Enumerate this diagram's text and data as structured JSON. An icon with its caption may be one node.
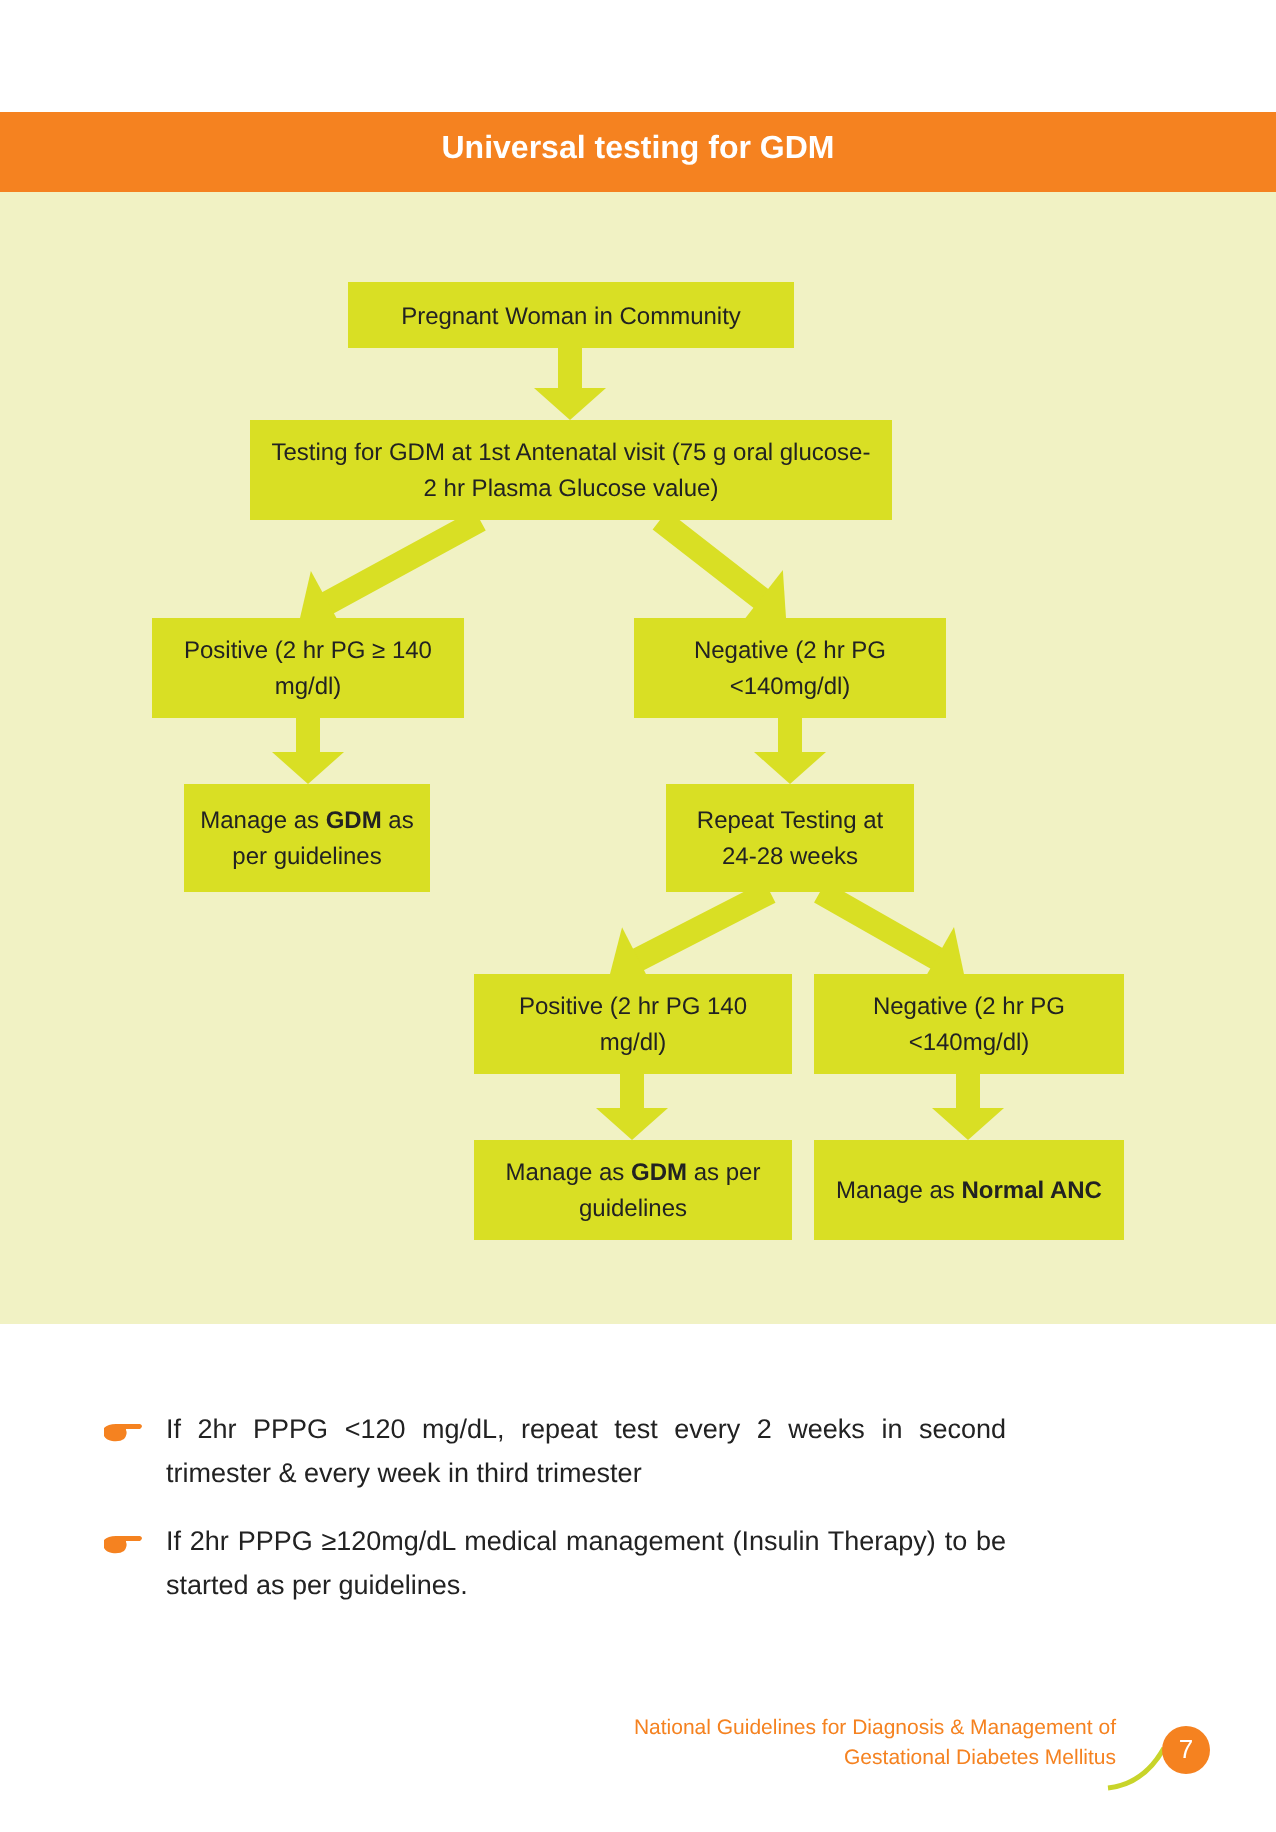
{
  "diagram": {
    "title": "Universal testing for GDM",
    "nodes": [
      {
        "text": [
          "Pregnant Woman in Community"
        ]
      },
      {
        "text": [
          "Testing for GDM at 1st Antenatal visit (75 g oral glucose- 2 hr Plasma Glucose value)"
        ]
      },
      {
        "text": [
          "Positive (2 hr PG ≥ 140 mg/dl)"
        ]
      },
      {
        "text": [
          "Negative (2 hr PG <140mg/dl)"
        ]
      },
      {
        "text": [
          "Manage as **GDM** as per guidelines"
        ]
      },
      {
        "text": [
          "Repeat Testing at 24-28 weeks"
        ]
      },
      {
        "text": [
          "Positive (2 hr PG 140 mg/dl)"
        ]
      },
      {
        "text": [
          "Negative (2 hr PG <140mg/dl)"
        ]
      },
      {
        "text": [
          "Manage as **GDM** as per guidelines"
        ]
      },
      {
        "text": [
          "Manage as **Normal ANC**"
        ]
      }
    ],
    "edges": [
      {
        "from": 0,
        "to": 1,
        "arrow": "to"
      },
      {
        "from": 1,
        "to": 2,
        "arrow": "to"
      },
      {
        "from": 1,
        "to": 3,
        "arrow": "to"
      },
      {
        "from": 2,
        "to": 4,
        "arrow": "to"
      },
      {
        "from": 3,
        "to": 5,
        "arrow": "to"
      },
      {
        "from": 5,
        "to": 6,
        "arrow": "to"
      },
      {
        "from": 5,
        "to": 7,
        "arrow": "to"
      },
      {
        "from": 6,
        "to": 8,
        "arrow": "to"
      },
      {
        "from": 7,
        "to": 9,
        "arrow": "to"
      }
    ],
    "labels": [
      "If 2hr PPPG <120 mg/dL, repeat test every 2 weeks in second trimester & every week in third trimester",
      "If 2hr PPPG ≥120mg/dL medical management (Insulin Therapy) to be started as per guidelines.",
      "National Guidelines for Diagnosis & Management of Gestational Diabetes Mellitus",
      "7"
    ]
  }
}
